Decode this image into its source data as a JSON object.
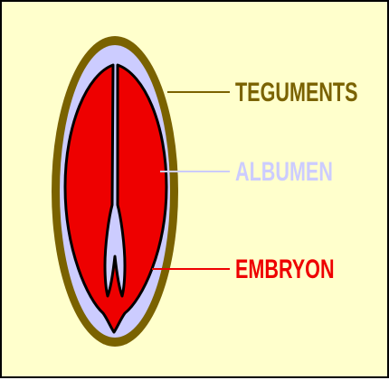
{
  "labels": {
    "teguments": "TEGUMENTS",
    "albumen": "ALBUMEN",
    "embryon": "EMBRYON"
  },
  "colors": {
    "background": "#ffffcc",
    "teguments": "#7a6200",
    "albumen": "#ccccff",
    "embryon": "#ee0000",
    "outline": "#000000"
  }
}
